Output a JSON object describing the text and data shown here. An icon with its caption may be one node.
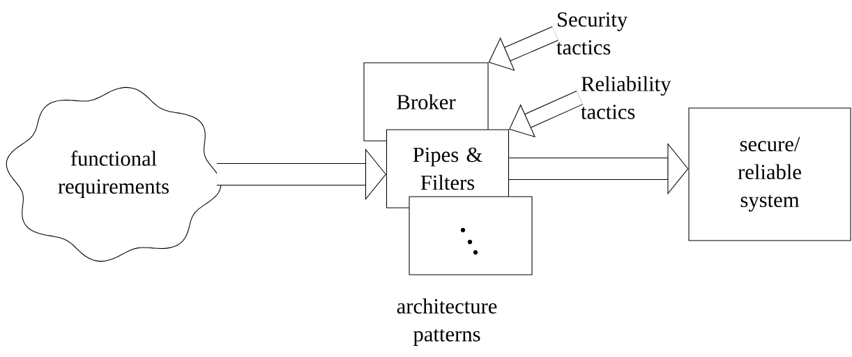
{
  "diagram": {
    "nodes": [
      {
        "text": [
          "functional requirements"
        ]
      },
      {
        "text": [
          "Security tactics"
        ]
      },
      {
        "text": [
          "Broker"
        ]
      },
      {
        "text": [
          "Reliability tactics"
        ]
      },
      {
        "text": [
          "Pipes & Filters"
        ]
      },
      {
        "text": [],
        "shape": "box"
      },
      {
        "text": [
          "secure/ reliable system"
        ]
      }
    ],
    "edges": [
      {
        "from": 0,
        "to": 4,
        "arrow": "to"
      },
      {
        "from": 1,
        "to": 2,
        "arrow": "to"
      },
      {
        "from": 3,
        "to": 4,
        "arrow": "to"
      },
      {
        "from": 4,
        "to": 6,
        "arrow": "to"
      }
    ],
    "labels": [
      "architecture patterns"
    ]
  }
}
